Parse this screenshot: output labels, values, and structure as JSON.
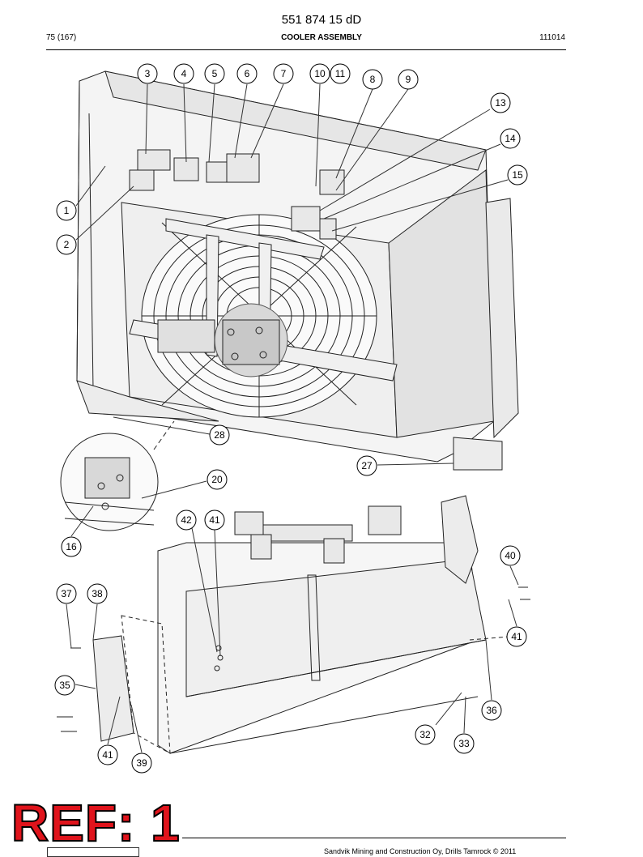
{
  "header": {
    "doc_number": "551 874 15 dD",
    "page_count": "75 (167)",
    "title": "COOLER ASSEMBLY",
    "date_code": "111014"
  },
  "footer": {
    "copyright": "Sandvik Mining and Construction Oy, Drills Tamrock © 2011",
    "ref_stamp": "REF: 1"
  },
  "callouts": [
    "3",
    "4",
    "5",
    "6",
    "7",
    "10",
    "11",
    "8",
    "9",
    "13",
    "14",
    "15",
    "1",
    "2",
    "28",
    "27",
    "20",
    "42",
    "41",
    "16",
    "40",
    "37",
    "38",
    "41",
    "35",
    "36",
    "32",
    "33",
    "41",
    "39"
  ]
}
